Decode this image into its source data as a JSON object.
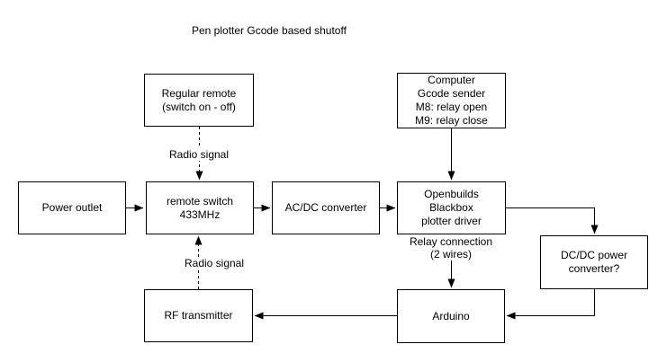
{
  "title": "Pen plotter Gcode based shutoff",
  "colors": {
    "line": "#000000",
    "text": "#000000",
    "background": "#ffffff"
  },
  "nodes": {
    "regular_remote": {
      "line1": "Regular remote",
      "line2": "(switch on - off)"
    },
    "computer": {
      "line1": "Computer",
      "line2": "Gcode sender",
      "line3": "M8: relay open",
      "line4": "M9: relay close"
    },
    "power_outlet": {
      "line1": "Power outlet"
    },
    "remote_switch": {
      "line1": "remote switch",
      "line2": "433MHz"
    },
    "acdc_converter": {
      "line1": "AC/DC converter"
    },
    "openbuilds": {
      "line1": "Openbuilds",
      "line2": "Blackbox",
      "line3": "plotter driver"
    },
    "dcdc_converter": {
      "line1": "DC/DC power",
      "line2": "converter?"
    },
    "rf_transmitter": {
      "line1": "RF transmitter"
    },
    "arduino": {
      "line1": "Arduino"
    }
  },
  "labels": {
    "radio_signal_top": "Radio signal",
    "radio_signal_bottom": "Radio signal",
    "relay_connection": {
      "line1": "Relay connection",
      "line2": "(2 wires)"
    }
  }
}
